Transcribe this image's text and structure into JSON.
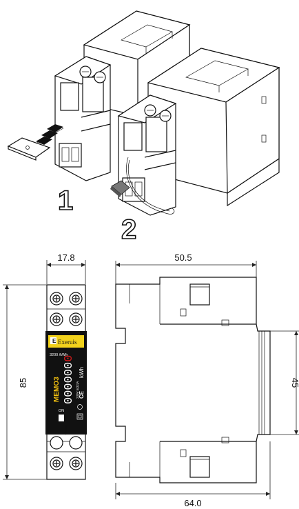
{
  "step_labels": [
    "1",
    "2"
  ],
  "dimensions": {
    "front_width": "17.8",
    "front_height": "85",
    "side_top_width": "50.5",
    "side_depth": "64.0",
    "side_rail_height": "45"
  },
  "meter_face": {
    "brand": "Exeruis",
    "impulse_rate": "3200 ",
    "impulse_unit": "/kWh",
    "model": "MEMO3",
    "counter_black": "000000",
    "counter_red": "0",
    "unit": "kWh",
    "rating": "230V  5(32)A",
    "on_label": "ON"
  },
  "colors": {
    "meter_body": "#111111",
    "brand_badge": "#f2d21c",
    "model_text": "#f2c010",
    "counter_red": "#d21b1b",
    "line": "#111111"
  }
}
